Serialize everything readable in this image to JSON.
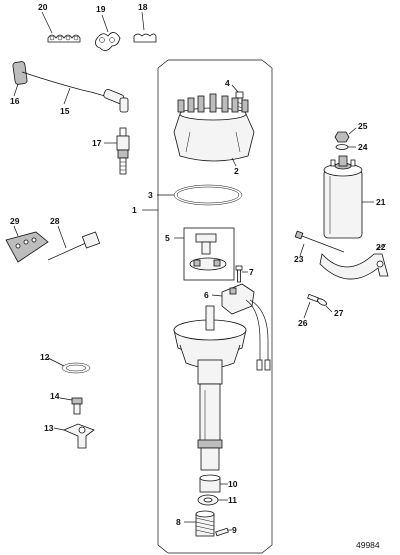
{
  "callouts": {
    "c1": "1",
    "c2": "2",
    "c3": "3",
    "c4": "4",
    "c5": "5",
    "c6": "6",
    "c7": "7",
    "c8": "8",
    "c9": "9",
    "c10": "10",
    "c11": "11",
    "c12": "12",
    "c13": "13",
    "c14": "14",
    "c15": "15",
    "c16": "16",
    "c17": "17",
    "c18": "18",
    "c19": "19",
    "c20": "20",
    "c21": "21",
    "c22": "22",
    "c23": "23",
    "c24": "24",
    "c25": "25",
    "c26": "26",
    "c27": "27",
    "c28": "28",
    "c29": "29"
  },
  "drawing_number": "49984"
}
